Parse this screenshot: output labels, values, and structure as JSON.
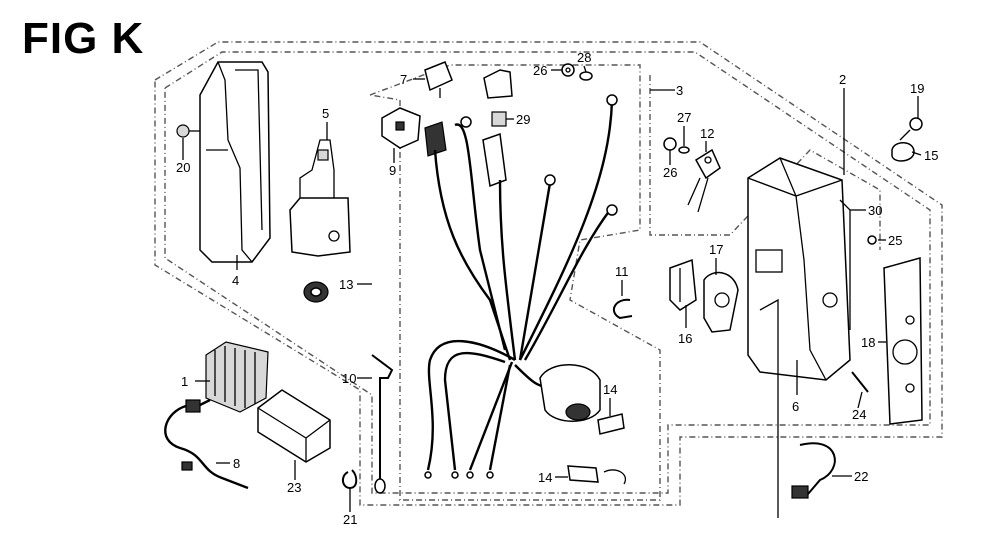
{
  "figure_title": "FIG K",
  "callouts": {
    "c1": "1",
    "c2": "2",
    "c3": "3",
    "c4": "4",
    "c5": "5",
    "c6": "6",
    "c7": "7",
    "c8": "8",
    "c9": "9",
    "c10": "10",
    "c11": "11",
    "c12": "12",
    "c13": "13",
    "c14a": "14",
    "c14b": "14",
    "c15": "15",
    "c16": "16",
    "c17": "17",
    "c18": "18",
    "c19": "19",
    "c20": "20",
    "c21": "21",
    "c22": "22",
    "c23": "23",
    "c24": "24",
    "c25": "25",
    "c26a": "26",
    "c26b": "26",
    "c27": "27",
    "c28": "28",
    "c29": "29",
    "c30": "30"
  }
}
